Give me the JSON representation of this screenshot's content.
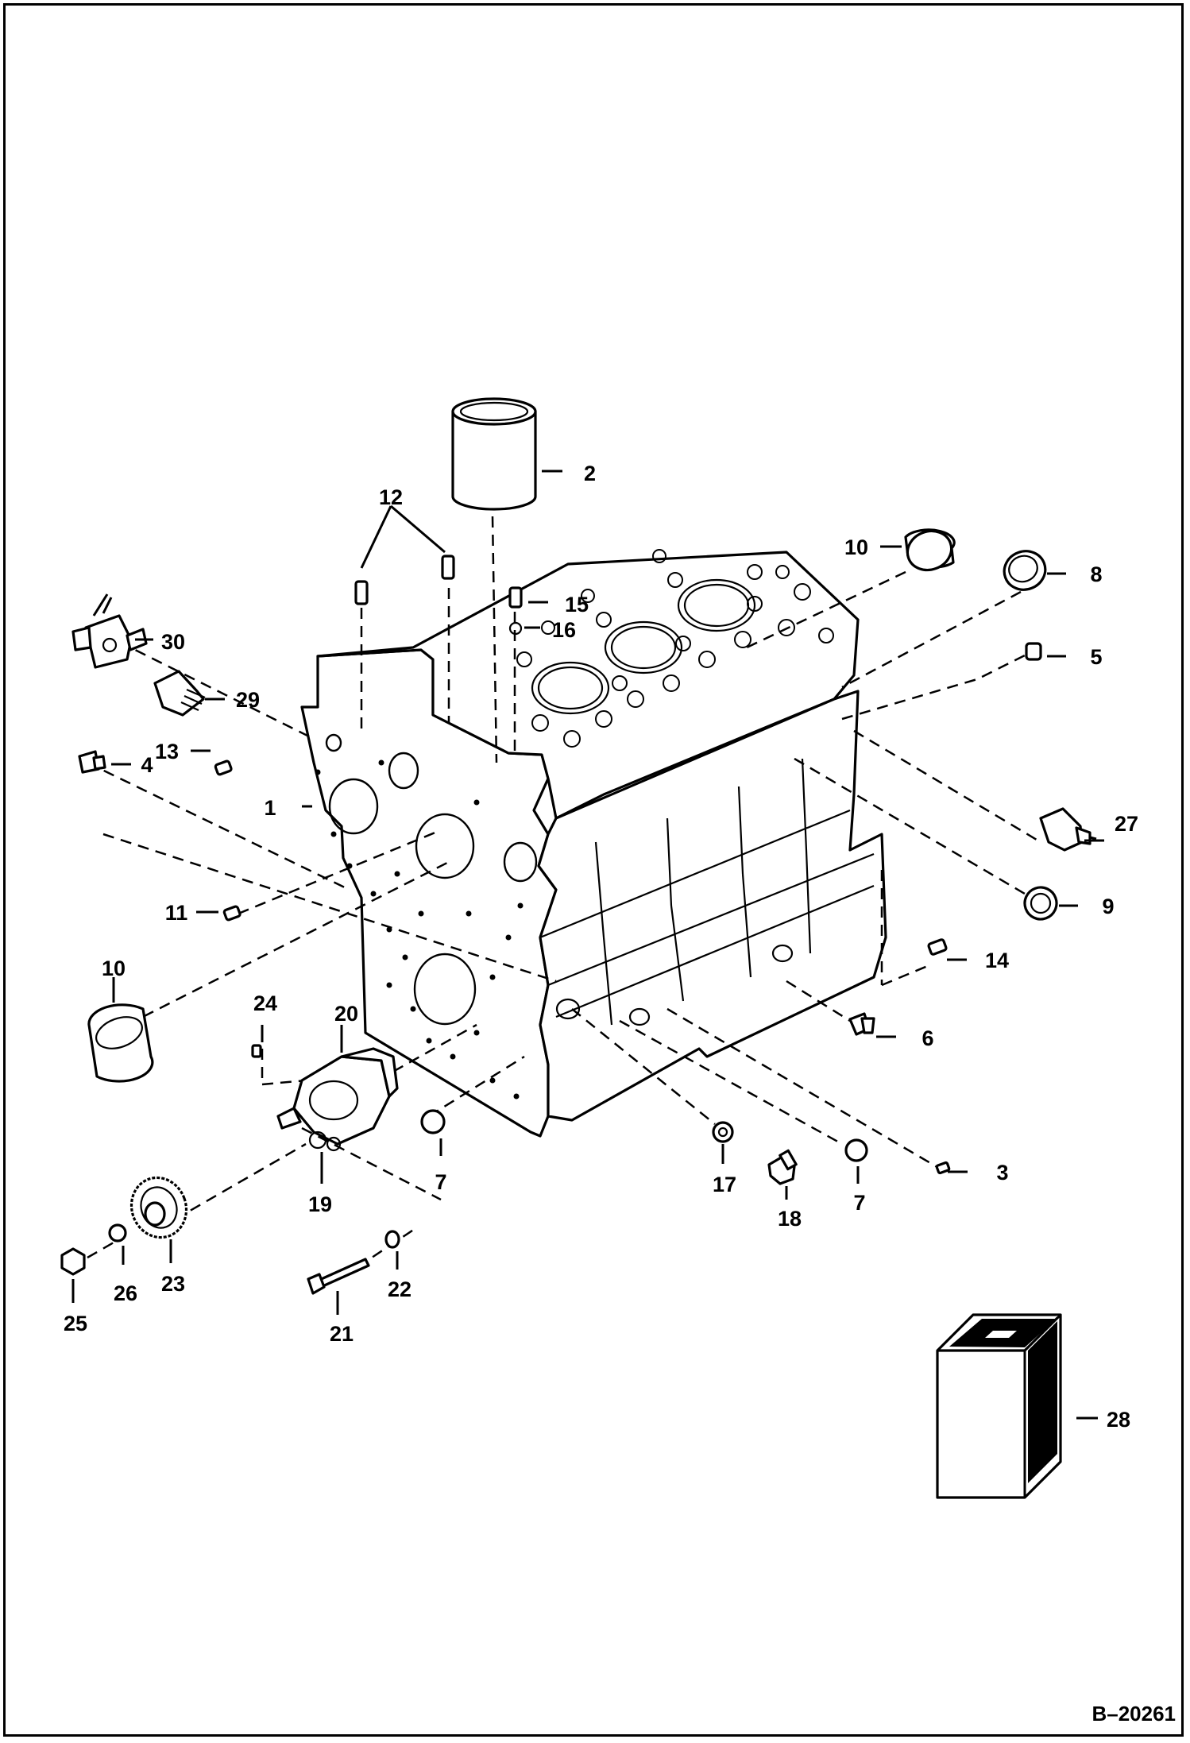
{
  "diagram": {
    "drawing_code": "B–20261",
    "callouts": [
      {
        "id": "c1",
        "text": "1"
      },
      {
        "id": "c2",
        "text": "2"
      },
      {
        "id": "c3",
        "text": "3"
      },
      {
        "id": "c4",
        "text": "4"
      },
      {
        "id": "c5",
        "text": "5"
      },
      {
        "id": "c6",
        "text": "6"
      },
      {
        "id": "c7a",
        "text": "7"
      },
      {
        "id": "c7b",
        "text": "7"
      },
      {
        "id": "c8",
        "text": "8"
      },
      {
        "id": "c9",
        "text": "9"
      },
      {
        "id": "c10a",
        "text": "10"
      },
      {
        "id": "c10b",
        "text": "10"
      },
      {
        "id": "c11",
        "text": "11"
      },
      {
        "id": "c12",
        "text": "12"
      },
      {
        "id": "c13",
        "text": "13"
      },
      {
        "id": "c14",
        "text": "14"
      },
      {
        "id": "c15",
        "text": "15"
      },
      {
        "id": "c16",
        "text": "16"
      },
      {
        "id": "c17",
        "text": "17"
      },
      {
        "id": "c18",
        "text": "18"
      },
      {
        "id": "c19",
        "text": "19"
      },
      {
        "id": "c20",
        "text": "20"
      },
      {
        "id": "c21",
        "text": "21"
      },
      {
        "id": "c22",
        "text": "22"
      },
      {
        "id": "c23",
        "text": "23"
      },
      {
        "id": "c24",
        "text": "24"
      },
      {
        "id": "c25",
        "text": "25"
      },
      {
        "id": "c26",
        "text": "26"
      },
      {
        "id": "c27",
        "text": "27"
      },
      {
        "id": "c28",
        "text": "28"
      },
      {
        "id": "c29",
        "text": "29"
      },
      {
        "id": "c30",
        "text": "30"
      }
    ]
  }
}
